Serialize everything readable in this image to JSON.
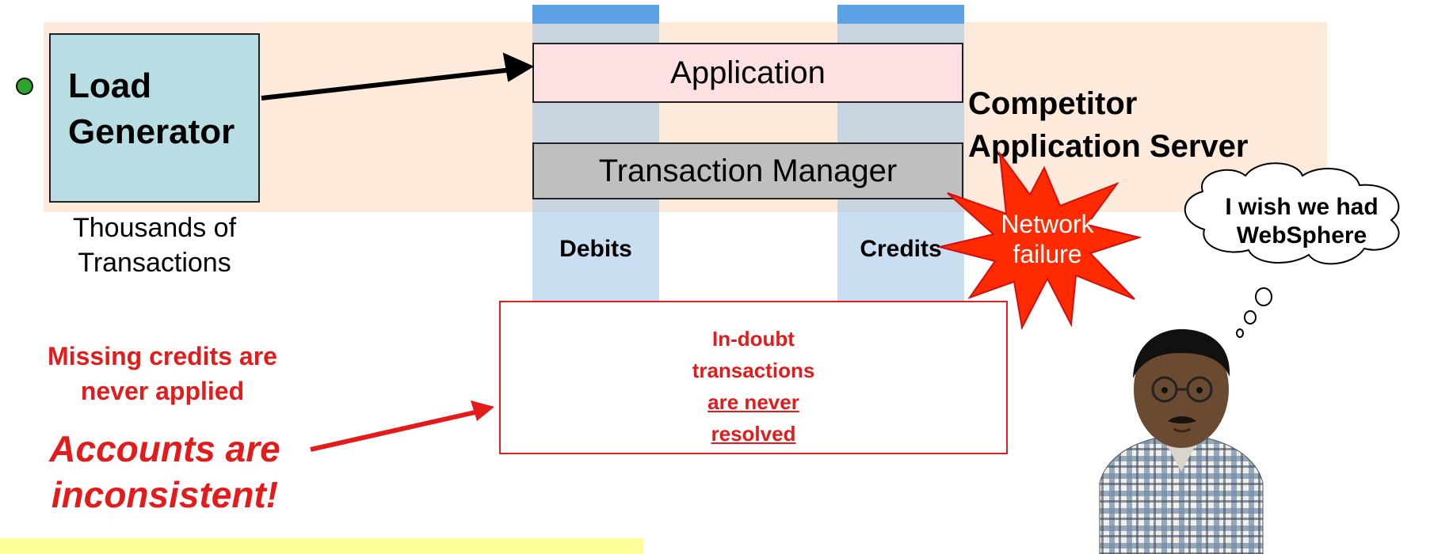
{
  "load_generator": {
    "label_line1": "Load",
    "label_line2": "Generator"
  },
  "load_caption": {
    "line1": "Thousands of",
    "line2": "Transactions"
  },
  "application": {
    "label": "Application"
  },
  "transaction_manager": {
    "label": "Transaction Manager"
  },
  "competitor": {
    "line1": "Competitor",
    "line2": "Application Server"
  },
  "columns": {
    "debits": "Debits",
    "credits": "Credits"
  },
  "burst": {
    "line1": "Network",
    "line2": "failure"
  },
  "thought": {
    "line1": "I wish we had",
    "line2": "WebSphere"
  },
  "indoubt": {
    "line1": "In-doubt",
    "line2": "transactions",
    "line3": "are never",
    "line4": "resolved"
  },
  "missing": {
    "line1": "Missing credits are",
    "line2": "never applied"
  },
  "accounts": {
    "line1": "Accounts are",
    "line2": "inconsistent!"
  },
  "colors": {
    "band": "#fde9d9",
    "column": "#9dc3e6",
    "alert_red": "#e41b1b",
    "load_box": "#b8dde3",
    "app_box": "#fde0e2",
    "tm_box": "#bfbfbf",
    "highlight": "#ffff99"
  }
}
